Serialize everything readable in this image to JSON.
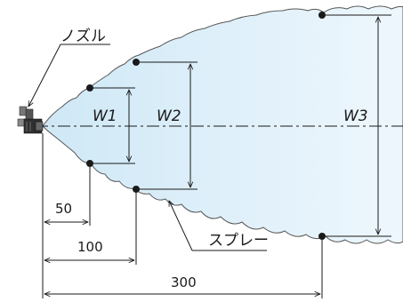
{
  "labels": {
    "nozzle": "ノズル",
    "spray": "スプレー"
  },
  "widths": {
    "w1": "W1",
    "w2": "W2",
    "w3": "W3"
  },
  "distances": {
    "d50": "50",
    "d100": "100",
    "d300": "300"
  },
  "colors": {
    "spray_start": "#cfe8f6",
    "spray_end": "#eef7fd",
    "outline": "#555555",
    "ink": "#1a1a1a"
  }
}
